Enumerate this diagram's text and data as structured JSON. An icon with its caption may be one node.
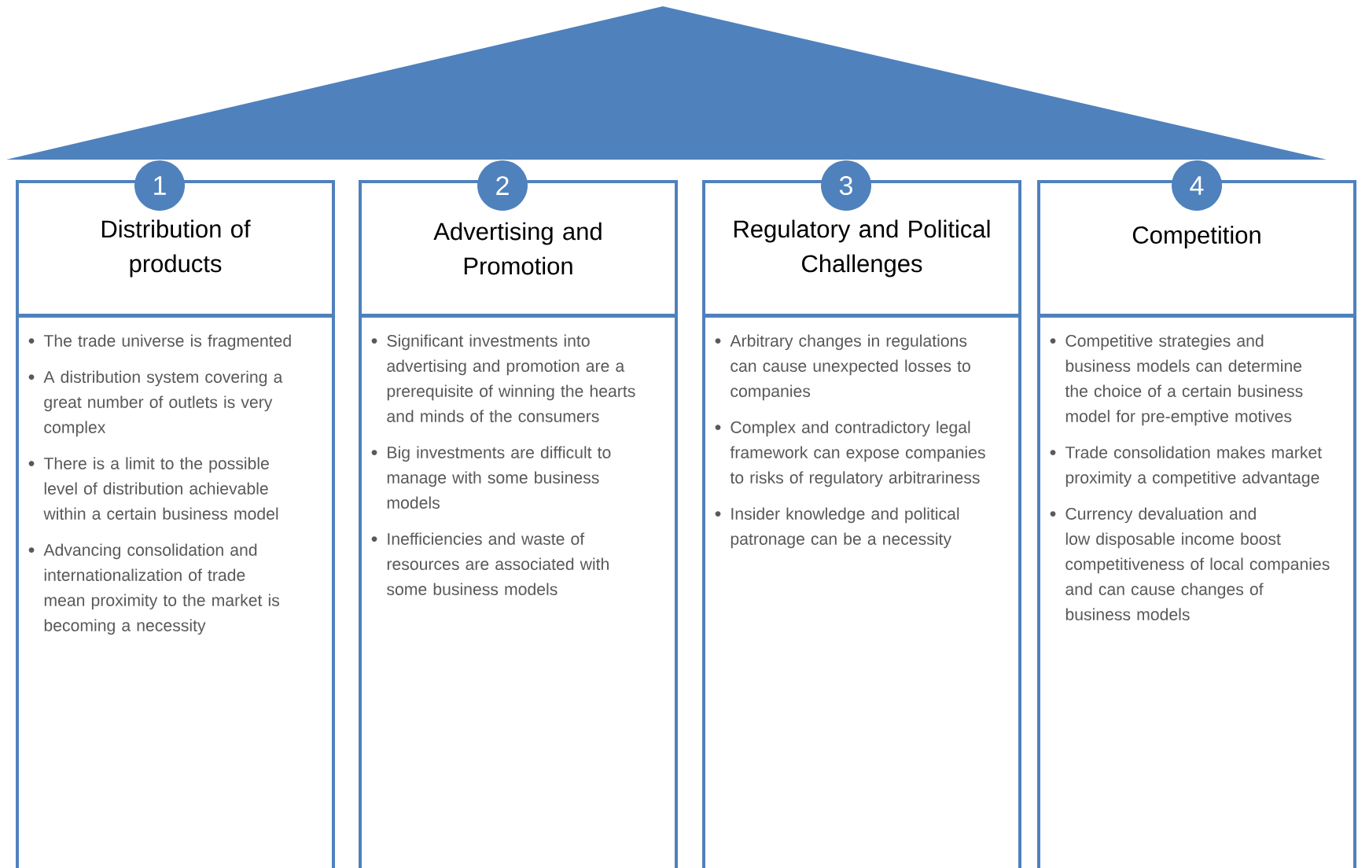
{
  "diagram": {
    "nodes": [
      {
        "text": [
          "1"
        ]
      },
      {
        "text": [
          "Distribution of products"
        ]
      },
      {
        "text": [
          "The trade universe is fragmented",
          "A distribution system covering a great number of outlets is very complex",
          "There is a limit to the possible level of distribution achievable within a certain business model",
          "Advancing consolidation and internationalization of trade mean proximity to the market is becoming a necessity"
        ]
      },
      {
        "text": [
          "2"
        ]
      },
      {
        "text": [
          "Advertising and Promotion"
        ]
      },
      {
        "text": [
          "Significant investments into advertising and promotion are a prerequisite of winning the hearts and minds of the consumers",
          "Big investments are difficult to manage with some business models",
          "Inefficiencies and waste of resources are associated with some business models"
        ]
      },
      {
        "text": [
          "3"
        ]
      },
      {
        "text": [
          "Regulatory and Political Challenges"
        ]
      },
      {
        "text": [
          "Arbitrary changes in regulations can cause unexpected losses to companies",
          "Complex and contradictory legal framework can expose companies to risks of regulatory arbitrariness",
          "Insider knowledge and political patronage can be a necessity"
        ]
      },
      {
        "text": [
          "4"
        ]
      },
      {
        "text": [
          "Competition"
        ]
      },
      {
        "text": [
          "Competitive strategies and business models can determine the choice of a certain business model for pre-emptive motives",
          "Trade consolidation makes market proximity a competitive advantage",
          "Currency devaluation and low disposable income boost competitiveness of local companies and can cause changes of business models"
        ]
      }
    ]
  }
}
